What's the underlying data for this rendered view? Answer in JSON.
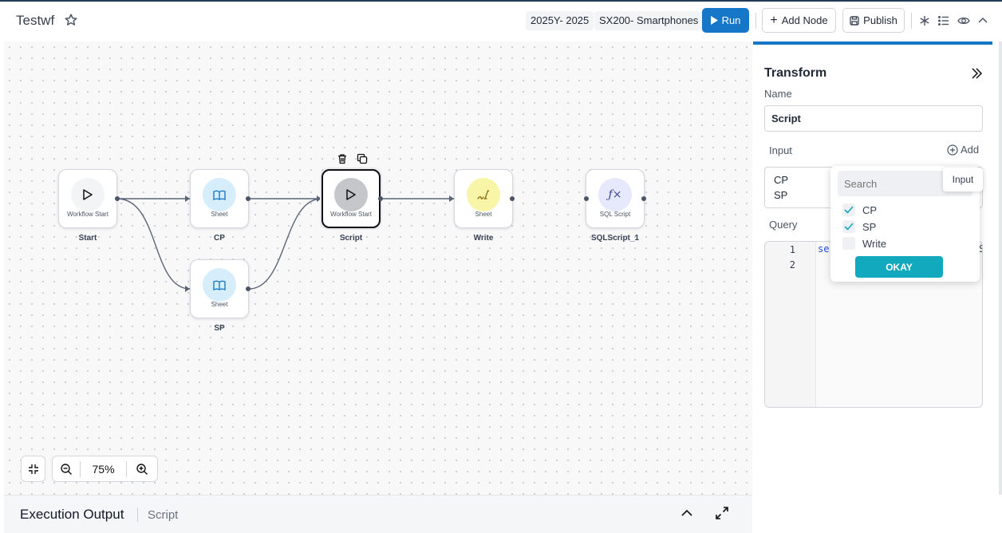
{
  "header": {
    "title": "Testwf",
    "period": "2025Y- 2025",
    "product": "SX200- Smartphones",
    "run_label": "Run",
    "add_node_label": "Add Node",
    "publish_label": "Publish",
    "icons": [
      "star-icon",
      "snowflake-icon",
      "list-icon",
      "eye-icon",
      "chevron-up-icon"
    ]
  },
  "canvas": {
    "nodes": [
      {
        "id": "start",
        "sub": "Workflow Start",
        "label": "Start",
        "icon": "play-icon"
      },
      {
        "id": "cp",
        "sub": "Sheet",
        "label": "CP",
        "icon": "book-icon"
      },
      {
        "id": "sp",
        "sub": "Sheet",
        "label": "SP",
        "icon": "book-icon"
      },
      {
        "id": "script",
        "sub": "Workflow Start",
        "label": "Script",
        "icon": "play-icon",
        "selected": true
      },
      {
        "id": "write",
        "sub": "Sheet",
        "label": "Write",
        "icon": "pen-icon"
      },
      {
        "id": "sqlscript",
        "sub": "SQL Script",
        "label": "SQLScript_1",
        "icon": "function-icon"
      }
    ],
    "zoom_level": "75%"
  },
  "execution": {
    "title": "Execution Output",
    "subtitle": "Script"
  },
  "panel": {
    "title": "Transform",
    "name_label": "Name",
    "name_value": "Script",
    "input_label": "Input",
    "add_label": "Add",
    "inputs": [
      "CP",
      "SP"
    ],
    "query_label": "Query",
    "code_lines": [
      "1",
      "2"
    ],
    "code_start": "se",
    "code_end": "S"
  },
  "dropdown": {
    "search_placeholder": "Search",
    "options": [
      {
        "label": "CP",
        "checked": true
      },
      {
        "label": "SP",
        "checked": true
      },
      {
        "label": "Write",
        "checked": false
      }
    ],
    "okay_label": "OKAY",
    "tooltip": "Input"
  },
  "colors": {
    "accent": "#1677c9",
    "okay": "#12a9bf",
    "sheet_circle": "#d6eefc",
    "play_circle": "#f3f4f6",
    "write_circle": "#f9f5a8",
    "sql_circle": "#e6e8fb"
  }
}
